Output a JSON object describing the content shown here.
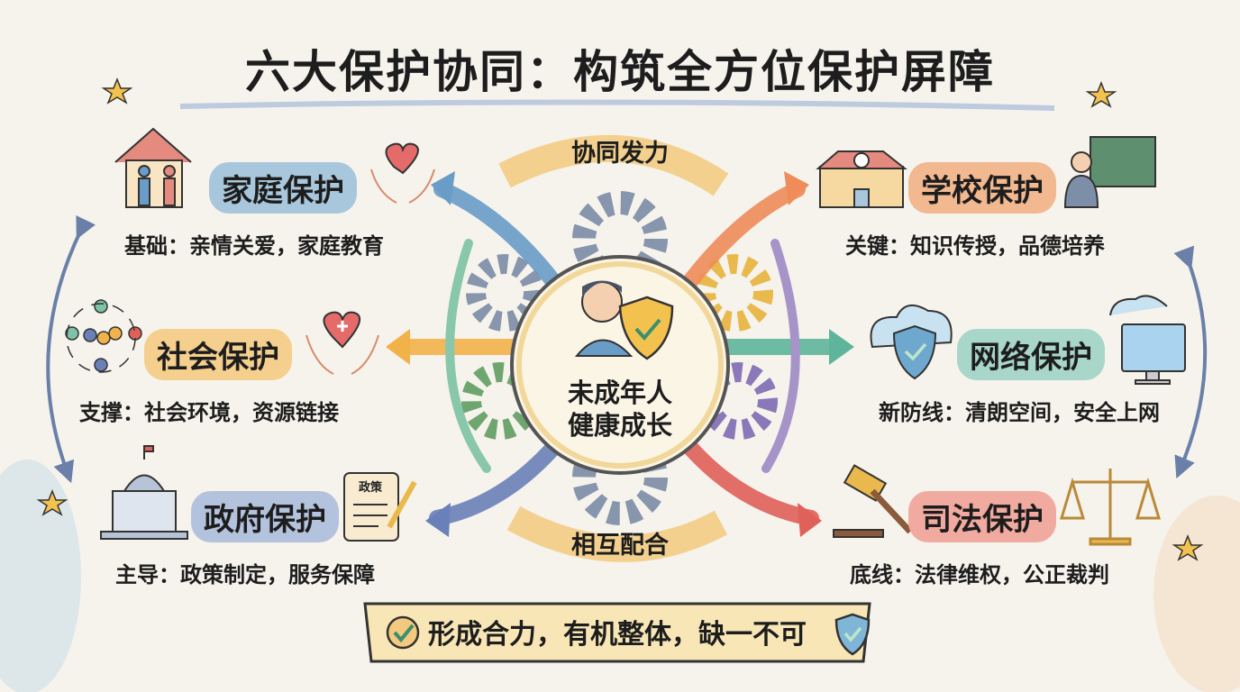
{
  "title": "六大保护协同：构筑全方位保护屏障",
  "center": {
    "line1": "未成年人",
    "line2": "健康成长"
  },
  "arcs": {
    "top": "协同发力",
    "bottom": "相互配合"
  },
  "sections": [
    {
      "id": "family",
      "label": "家庭保护",
      "desc": "基础：亲情关爱，家庭教育",
      "color": "#a9c7dc",
      "icon": "house-family-icon"
    },
    {
      "id": "society",
      "label": "社会保护",
      "desc": "支撑：社会环境，资源链接",
      "color": "#f4cf8e",
      "icon": "community-people-icon"
    },
    {
      "id": "government",
      "label": "政府保护",
      "desc": "主导：政策制定，服务保障",
      "color": "#b3c2dd",
      "icon": "government-building-icon",
      "doc_text": "政策"
    },
    {
      "id": "school",
      "label": "学校保护",
      "desc": "关键：知识传授，品德培养",
      "color": "#f2b890",
      "icon": "school-building-icon"
    },
    {
      "id": "network",
      "label": "网络保护",
      "desc": "新防线：清朗空间，安全上网",
      "color": "#a8d6c9",
      "icon": "cloud-shield-icon"
    },
    {
      "id": "judicial",
      "label": "司法保护",
      "desc": "底线：法律维权，公正裁判",
      "color": "#f1aaa0",
      "icon": "gavel-icon"
    }
  ],
  "banner": "形成合力，有机整体，缺一不可",
  "colors": {
    "blue": "#6a8fc0",
    "orange": "#ef8c5a",
    "yellow": "#f2b24a",
    "green": "#5fb59c",
    "purple": "#8a78b8",
    "red": "#e0605a",
    "gear": "#8796ad"
  }
}
